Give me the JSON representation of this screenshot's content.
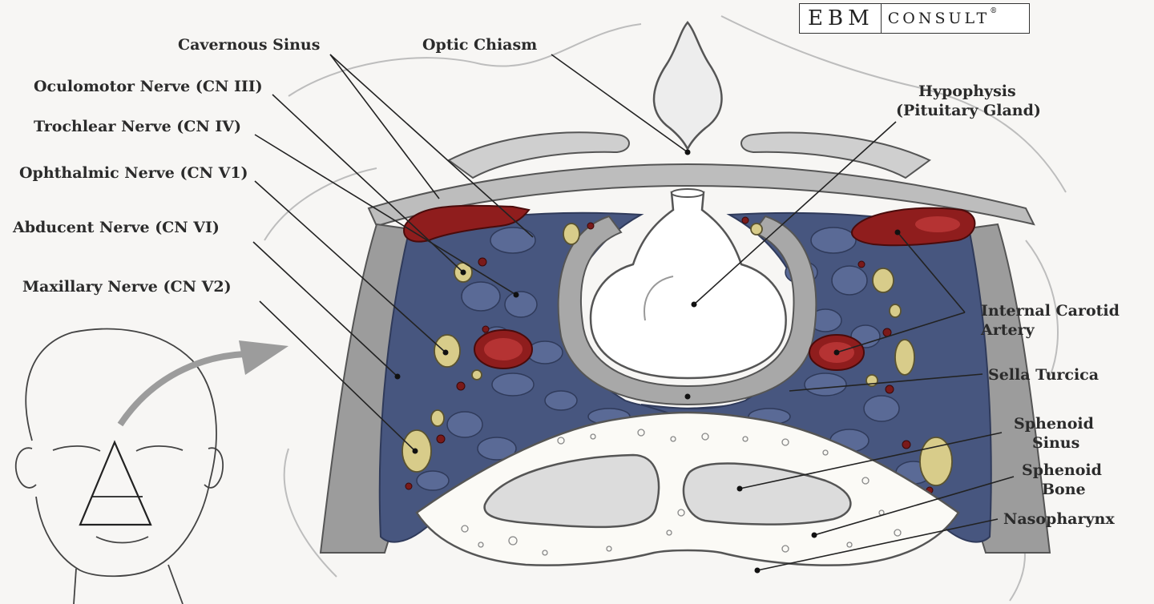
{
  "logo": {
    "ebm": "EBM",
    "consult": "CONSULT",
    "reg": "®"
  },
  "labels": {
    "cavernous_sinus": "Cavernous Sinus",
    "optic_chiasm": "Optic Chiasm",
    "oculomotor": "Oculomotor Nerve (CN III)",
    "trochlear": "Trochlear Nerve (CN IV)",
    "ophthalmic": "Ophthalmic Nerve (CN V1)",
    "abducent": "Abducent Nerve (CN VI)",
    "maxillary": "Maxillary Nerve (CN V2)",
    "hypophysis_1": "Hypophysis",
    "hypophysis_2": "(Pituitary Gland)",
    "ica_1": "Internal Carotid",
    "ica_2": "Artery",
    "sella": "Sella Turcica",
    "sphenoid_sinus_1": "Sphenoid",
    "sphenoid_sinus_2": "Sinus",
    "sphenoid_bone_1": "Sphenoid",
    "sphenoid_bone_2": "Bone",
    "nasopharynx": "Nasopharynx"
  },
  "colors": {
    "artery": "#8f1d1d",
    "venous": "#3e4d78",
    "venous_light": "#6c7aa3",
    "nerve": "#d8cc8a",
    "bone": "#fbfaf6",
    "dura": "#9a9a9a"
  }
}
